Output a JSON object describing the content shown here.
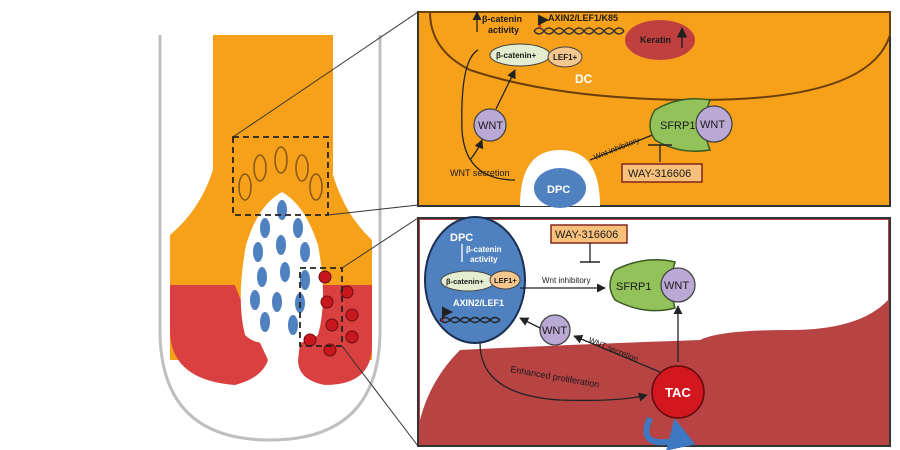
{
  "top_panel": {
    "beta_catenin_activity_l1": "β-catenin",
    "beta_catenin_activity_l2": "activity",
    "genes": "AXIN2/LEF1/K85",
    "beta_catenin_plus": "β-catenin+",
    "lef1_plus": "LEF1+",
    "dc": "DC",
    "keratin": "Keratin",
    "wnt": "WNT",
    "sfrp1": "SFRP1",
    "wnt_bound": "WNT",
    "wnt_inhibitory": "Wnt inhibitory",
    "wnt_secretion": "WNT secretion",
    "dpc": "DPC",
    "inhibitor": "WAY-316606"
  },
  "bottom_panel": {
    "dpc": "DPC",
    "beta_catenin_activity_l1": "β-catenin",
    "beta_catenin_activity_l2": "activity",
    "beta_catenin_plus": "β-catenin+",
    "lef1_plus": "LEF1+",
    "genes": "AXIN2/LEF1",
    "inhibitor": "WAY-316606",
    "wnt_inhibitory": "Wnt inhibitory",
    "sfrp1": "SFRP1",
    "wnt_bound": "WNT",
    "wnt": "WNT",
    "wnt_secretion": "WNT secretion",
    "enhanced_proliferation": "Enhanced proliferation",
    "tac": "TAC"
  },
  "colors": {
    "orange": "#F7A11A",
    "red_light": "#D9403F",
    "red_panel": "#B84343",
    "blue": "#4F80BF",
    "green": "#93C15A",
    "lavender": "#B9A9D4",
    "pale_green": "#E4EDD0",
    "peach": "#F5C68E",
    "tac_red": "#D3171E"
  }
}
